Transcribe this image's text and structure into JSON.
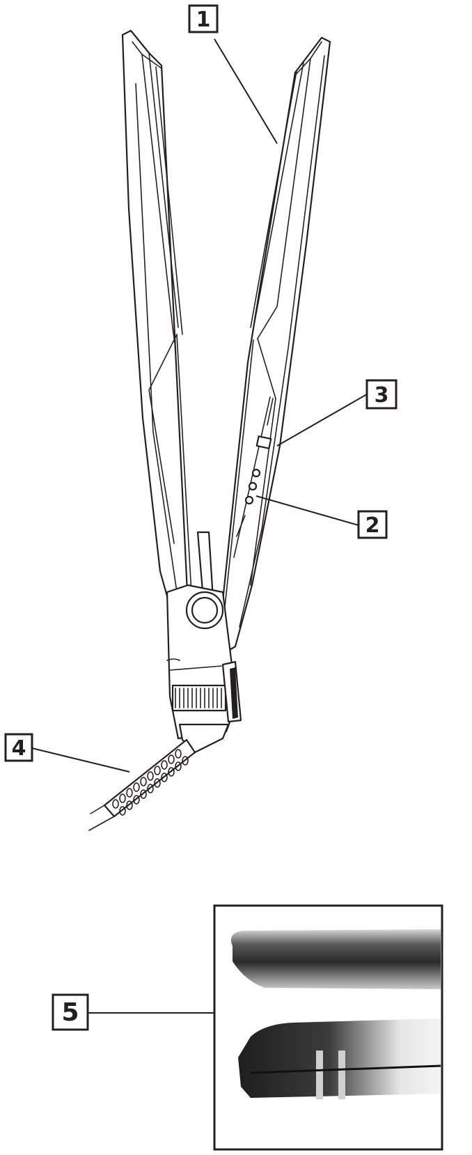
{
  "callouts": [
    {
      "id": "1",
      "label": "1"
    },
    {
      "id": "2",
      "label": "2"
    },
    {
      "id": "3",
      "label": "3"
    },
    {
      "id": "4",
      "label": "4"
    },
    {
      "id": "5",
      "label": "5"
    }
  ],
  "colors": {
    "line": "#231f20",
    "background": "#ffffff"
  }
}
